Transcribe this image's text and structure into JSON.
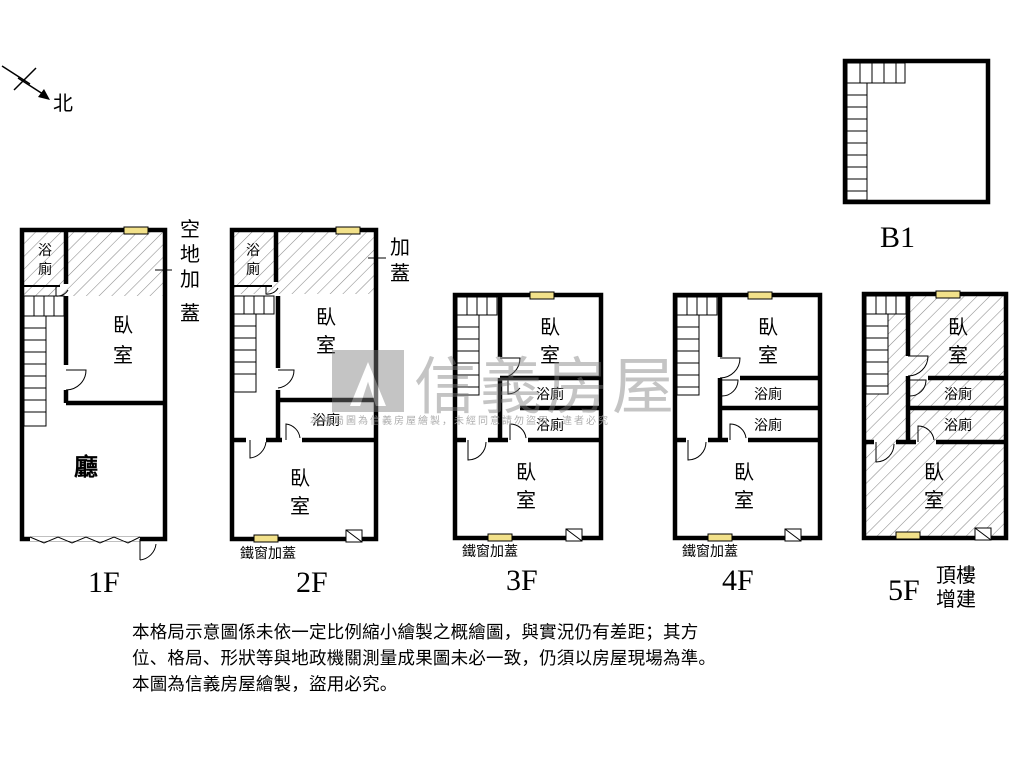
{
  "compass": {
    "label": "北"
  },
  "floors": {
    "b1": {
      "label": "B1"
    },
    "f1": {
      "label": "1F",
      "rooms": {
        "bath": [
          "浴",
          "廁"
        ],
        "bedroom": [
          "臥",
          "室"
        ],
        "hall": "廳"
      },
      "annotation": [
        "空",
        "地",
        "加",
        "蓋"
      ]
    },
    "f2": {
      "label": "2F",
      "rooms": {
        "bath1": [
          "浴",
          "廁"
        ],
        "bedroom1": [
          "臥",
          "室"
        ],
        "bath2": "浴廁",
        "bedroom2": [
          "臥",
          "室"
        ]
      },
      "annotation": [
        "加",
        "蓋"
      ],
      "window_note": "鐵窗加蓋"
    },
    "f3": {
      "label": "3F",
      "rooms": {
        "bedroom1": [
          "臥",
          "室"
        ],
        "bath1": "浴廁",
        "bath2": "浴廁",
        "bedroom2": [
          "臥",
          "室"
        ]
      },
      "window_note": "鐵窗加蓋"
    },
    "f4": {
      "label": "4F",
      "rooms": {
        "bedroom1": [
          "臥",
          "室"
        ],
        "bath1": "浴廁",
        "bath2": "浴廁",
        "bedroom2": [
          "臥",
          "室"
        ]
      },
      "window_note": "鐵窗加蓋"
    },
    "f5": {
      "label": "5F",
      "rooms": {
        "bedroom1": [
          "臥",
          "室"
        ],
        "bath1": "浴廁",
        "bath2": "浴廁",
        "bedroom2": [
          "臥",
          "室"
        ]
      },
      "annotation": [
        "頂樓",
        "增建"
      ]
    }
  },
  "watermark": {
    "brand": "信義房屋",
    "notice": "本格局圖為信義房屋繪製，未經同意請勿盜用，違者必究"
  },
  "disclaimer": {
    "line1": "本格局示意圖係未依一定比例縮小繪製之概繪圖，與實況仍有差距；其方",
    "line2": "位、格局、形狀等與地政機關測量成果圖未必一致，仍須以房屋現場為準。",
    "line3": "本圖為信義房屋繪製，盜用必究。"
  }
}
